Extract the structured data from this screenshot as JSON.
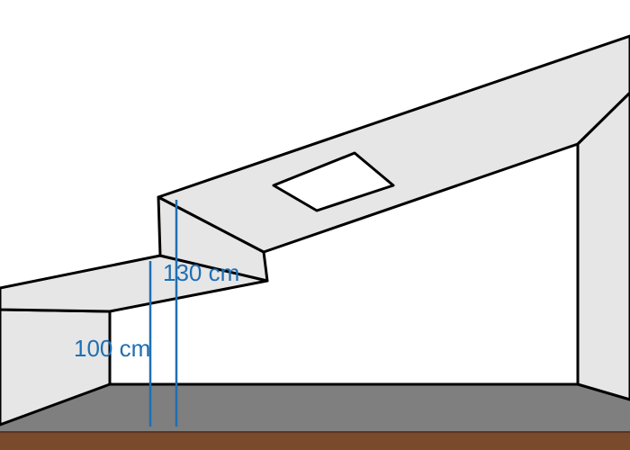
{
  "diagram": {
    "colors": {
      "background": "#ffffff",
      "wall_fill": "#e6e6e6",
      "floor_fill": "#7f7f7f",
      "floor_edge": "#7a4a2c",
      "outline": "#000000",
      "dimension": "#1f6fb2"
    },
    "dimensions": [
      {
        "id": "knee-wall-height",
        "label": "100 cm"
      },
      {
        "id": "dormer-wall-height",
        "label": "130 cm"
      }
    ]
  }
}
